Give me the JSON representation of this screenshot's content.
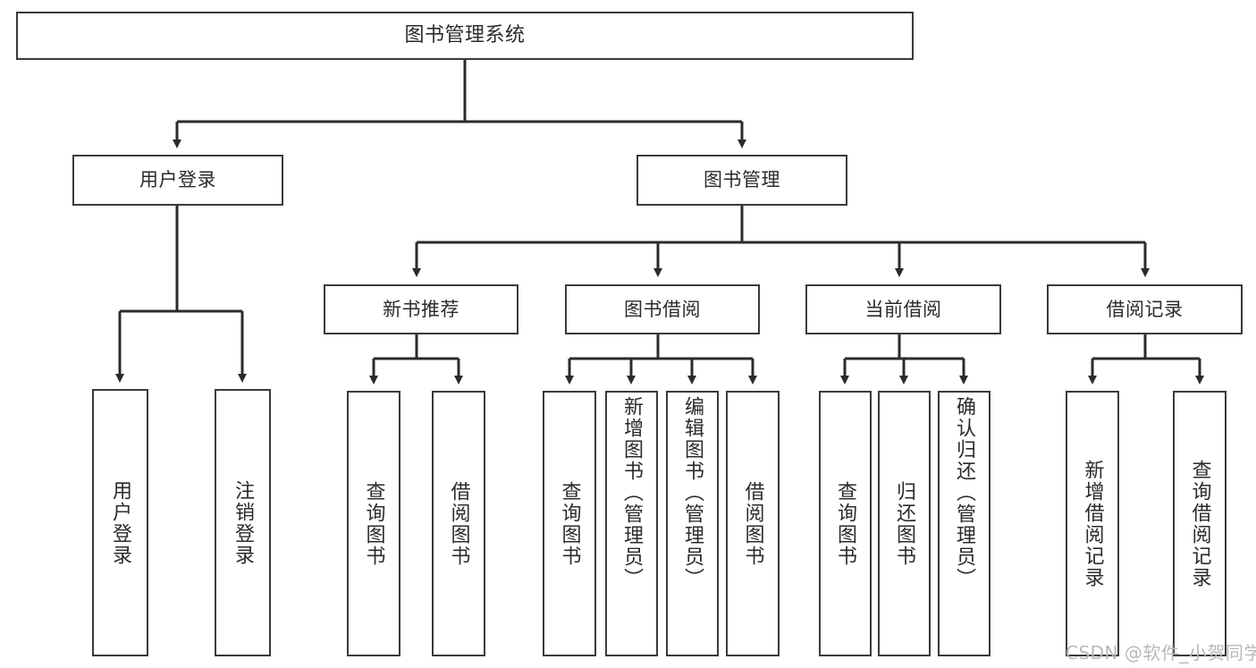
{
  "diagram": {
    "type": "tree-hierarchy-chart",
    "title": "图书管理系统",
    "watermark": "CSDN @软件_小贺同学",
    "colors": {
      "box_border": "#3a3a3a",
      "box_fill": "#ffffff",
      "text": "#2b2b2b",
      "connector": "#2b2b2b",
      "watermark": "#b9b9b9",
      "background": "#ffffff"
    },
    "levels": {
      "root": [
        "图书管理系统"
      ],
      "level2": [
        "用户登录",
        "图书管理"
      ],
      "level3": [
        "新书推荐",
        "图书借阅",
        "当前借阅",
        "借阅记录"
      ],
      "leaves": [
        "用户登录",
        "注销登录",
        "查询图书",
        "借阅图书",
        "查询图书",
        "新增图书（管理员）",
        "编辑图书（管理员）",
        "借阅图书",
        "查询图书",
        "归还图书",
        "确认归还（管理员）",
        "新增借阅记录",
        "查询借阅记录"
      ]
    },
    "nodes": {
      "root": {
        "label": "图书管理系统"
      },
      "user_login": {
        "label": "用户登录"
      },
      "book_manage": {
        "label": "图书管理"
      },
      "new_book_rec": {
        "label": "新书推荐"
      },
      "book_borrow": {
        "label": "图书借阅"
      },
      "current_borrow": {
        "label": "当前借阅"
      },
      "borrow_record": {
        "label": "借阅记录"
      },
      "leaf_user_login": {
        "label": "用户登录"
      },
      "leaf_logout": {
        "label": "注销登录"
      },
      "leaf_query_book_1": {
        "label": "查询图书"
      },
      "leaf_borrow_book_1": {
        "label": "借阅图书"
      },
      "leaf_query_book_2": {
        "label": "查询图书"
      },
      "leaf_add_book_admin": {
        "label": "新增图书（管理员）"
      },
      "leaf_edit_book_admin": {
        "label": "编辑图书（管理员）"
      },
      "leaf_borrow_book_2": {
        "label": "借阅图书"
      },
      "leaf_query_book_3": {
        "label": "查询图书"
      },
      "leaf_return_book": {
        "label": "归还图书"
      },
      "leaf_confirm_return_admin": {
        "label": "确认归还（管理员）"
      },
      "leaf_add_record": {
        "label": "新增借阅记录"
      },
      "leaf_query_record": {
        "label": "查询借阅记录"
      }
    }
  }
}
